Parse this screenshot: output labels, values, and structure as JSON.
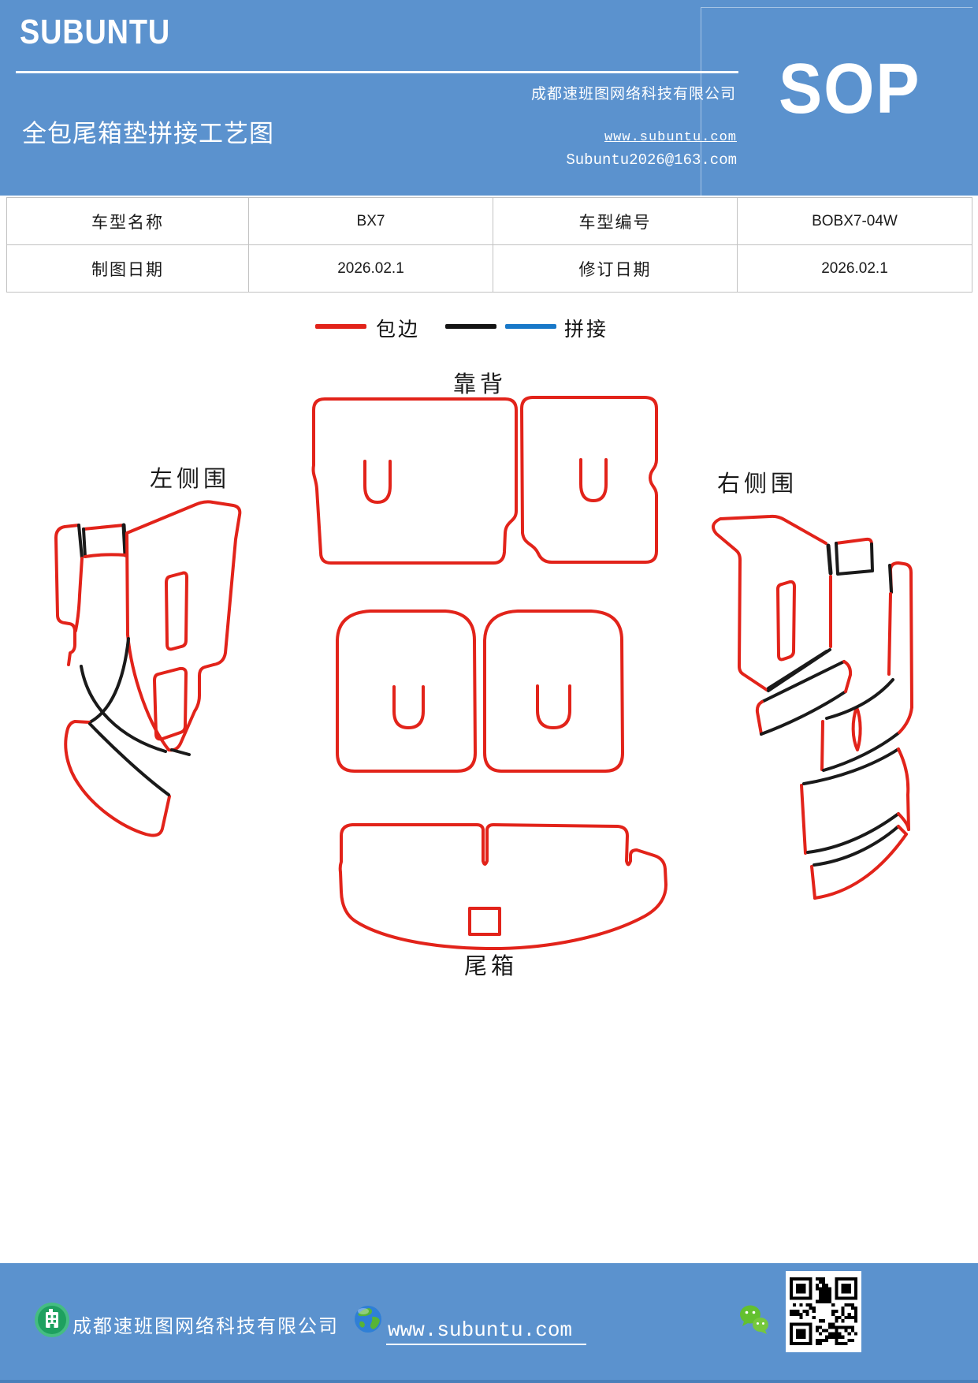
{
  "header": {
    "bg_color": "#5b92ce",
    "logo": "SUBUNTU",
    "title": "全包尾箱垫拼接工艺图",
    "company": "成都速班图网络科技有限公司",
    "website": "www.subuntu.com",
    "email": "Subuntu2026@163.com",
    "sop_label": "SOP"
  },
  "info_table": {
    "rows": [
      [
        "车型名称",
        "BX7",
        "车型编号",
        "BOBX7-04W"
      ],
      [
        "制图日期",
        "2026.02.1",
        "修订日期",
        "2026.02.1"
      ]
    ]
  },
  "legend": {
    "edge_binding_label": "包边",
    "splice_label": "拼接",
    "edge_binding_color": "#e2231a",
    "splice_colors": [
      "#141414",
      "#1878c8"
    ]
  },
  "diagram": {
    "labels": {
      "backrest": "靠背",
      "left_side": "左侧围",
      "right_side": "右侧围",
      "trunk": "尾箱"
    },
    "colors": {
      "edge_binding_red": "#e2231a",
      "splice_black": "#1a1a1a"
    }
  },
  "footer": {
    "bg_color": "#5b92ce",
    "company": "成都速班图网络科技有限公司",
    "website": "www.subuntu.com",
    "icons": [
      "building-icon",
      "globe-icon",
      "wechat-icon",
      "qr-code"
    ]
  }
}
